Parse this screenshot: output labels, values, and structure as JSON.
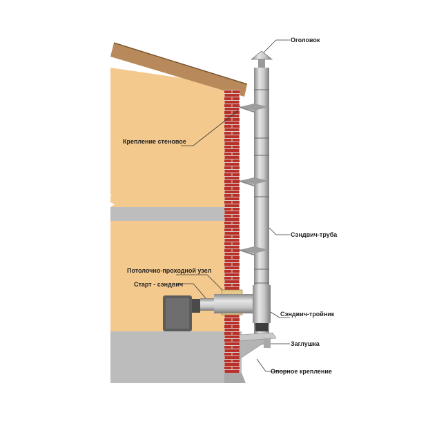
{
  "labels": {
    "cap": "Оголовок",
    "wall_mount": "Крепление стеновое",
    "sandwich_pipe": "Сэндвич-труба",
    "ceiling_unit": "Потолочно-проходной узел",
    "start_sandwich": "Старт - сэндвич",
    "sandwich_tee": "Сэндвич-тройник",
    "plug": "Заглушка",
    "support_mount": "Опорное крепление"
  },
  "colors": {
    "house_wall": "#f4c98e",
    "roof": "#b8895a",
    "brick": "#b9302a",
    "foundation": "#bcbcbc",
    "pipe": "#b2b2b2",
    "stove": "#5a5a5a"
  }
}
